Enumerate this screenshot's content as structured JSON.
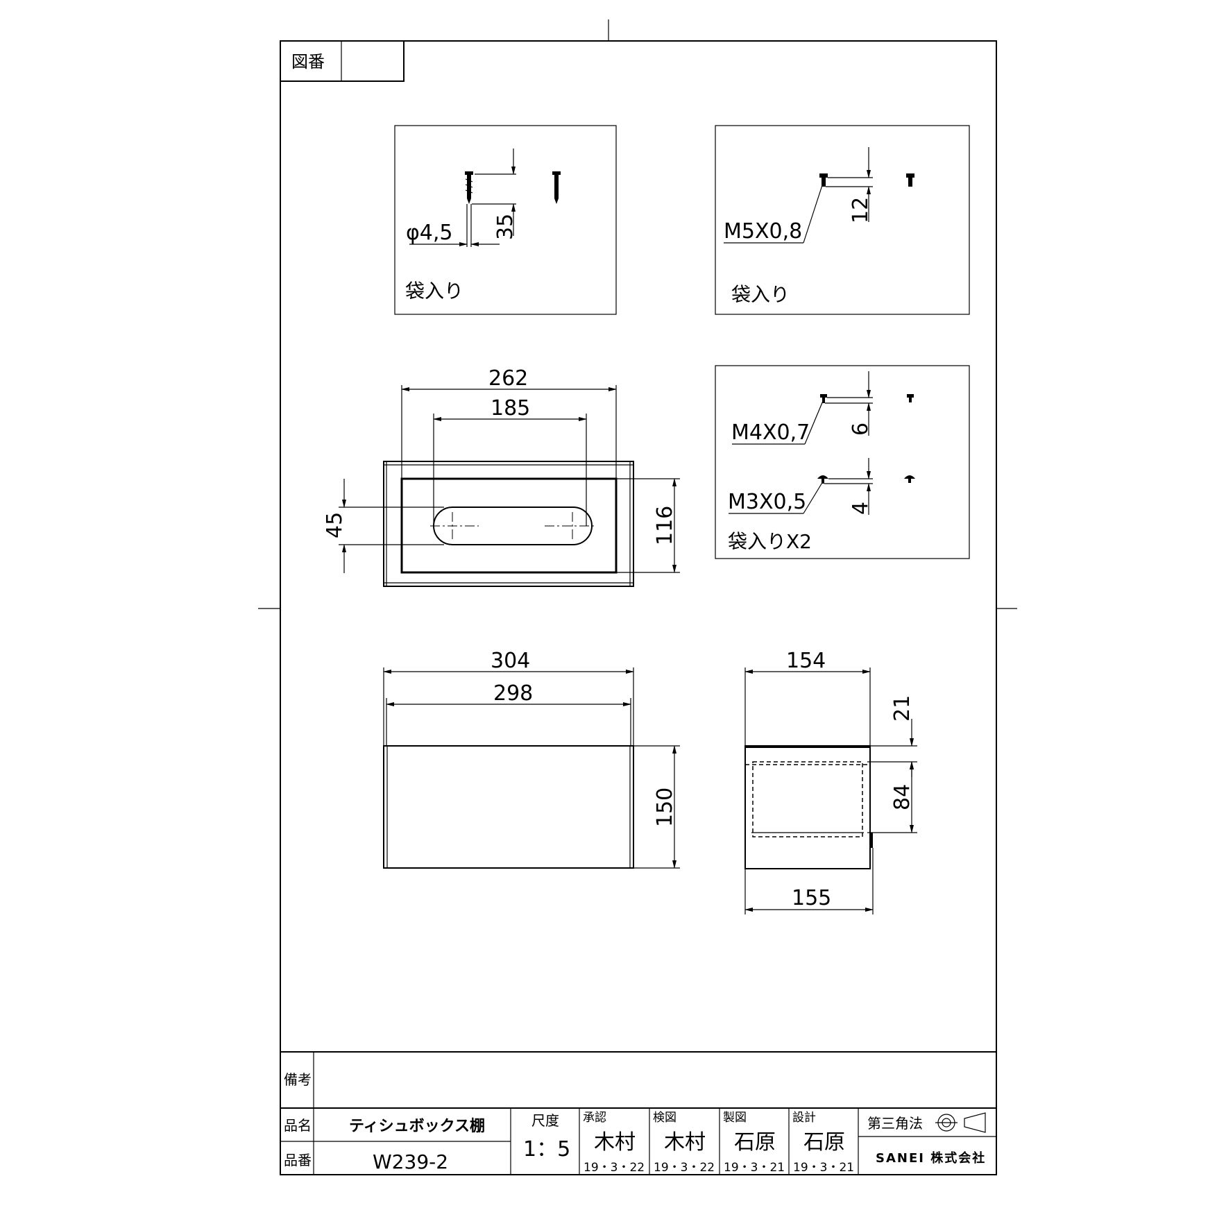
{
  "drawing_number_label": "図番",
  "drawing_number_value": "",
  "hardware": {
    "wood_screw": {
      "diameter": "φ4,5",
      "length": "35",
      "packaging": "袋入り"
    },
    "machine_screw_m5": {
      "thread": "M5X0,8",
      "length": "12",
      "packaging": "袋入り"
    },
    "small_screws": {
      "m4_thread": "M4X0,7",
      "m4_length": "6",
      "m3_thread": "M3X0,5",
      "m3_length": "4",
      "packaging": "袋入りX2"
    }
  },
  "top_view": {
    "overall_width": "262",
    "slot_length": "185",
    "slot_width": "45",
    "inner_depth": "116"
  },
  "front_view": {
    "overall_width": "304",
    "inner_width": "298",
    "height": "150"
  },
  "side_view": {
    "top_depth": "154",
    "bottom_depth": "155",
    "top_gap": "21",
    "inner_height": "84"
  },
  "title_block": {
    "remarks_label": "備考",
    "remarks_value": "",
    "product_name_label": "品名",
    "product_name": "ティシュボックス棚",
    "product_number_label": "品番",
    "product_number": "W239-2",
    "scale_label": "尺度",
    "scale_value": "1：5",
    "approved_label": "承認",
    "approved_name": "木村",
    "approved_date": "19・3・22",
    "checked_label": "検図",
    "checked_name": "木村",
    "checked_date": "19・3・22",
    "drafted_label": "製図",
    "drafted_name": "石原",
    "drafted_date": "19・3・21",
    "designed_label": "設計",
    "designed_name": "石原",
    "designed_date": "19・3・21",
    "projection_label": "第三角法",
    "company": "SANEI 株式会社"
  }
}
